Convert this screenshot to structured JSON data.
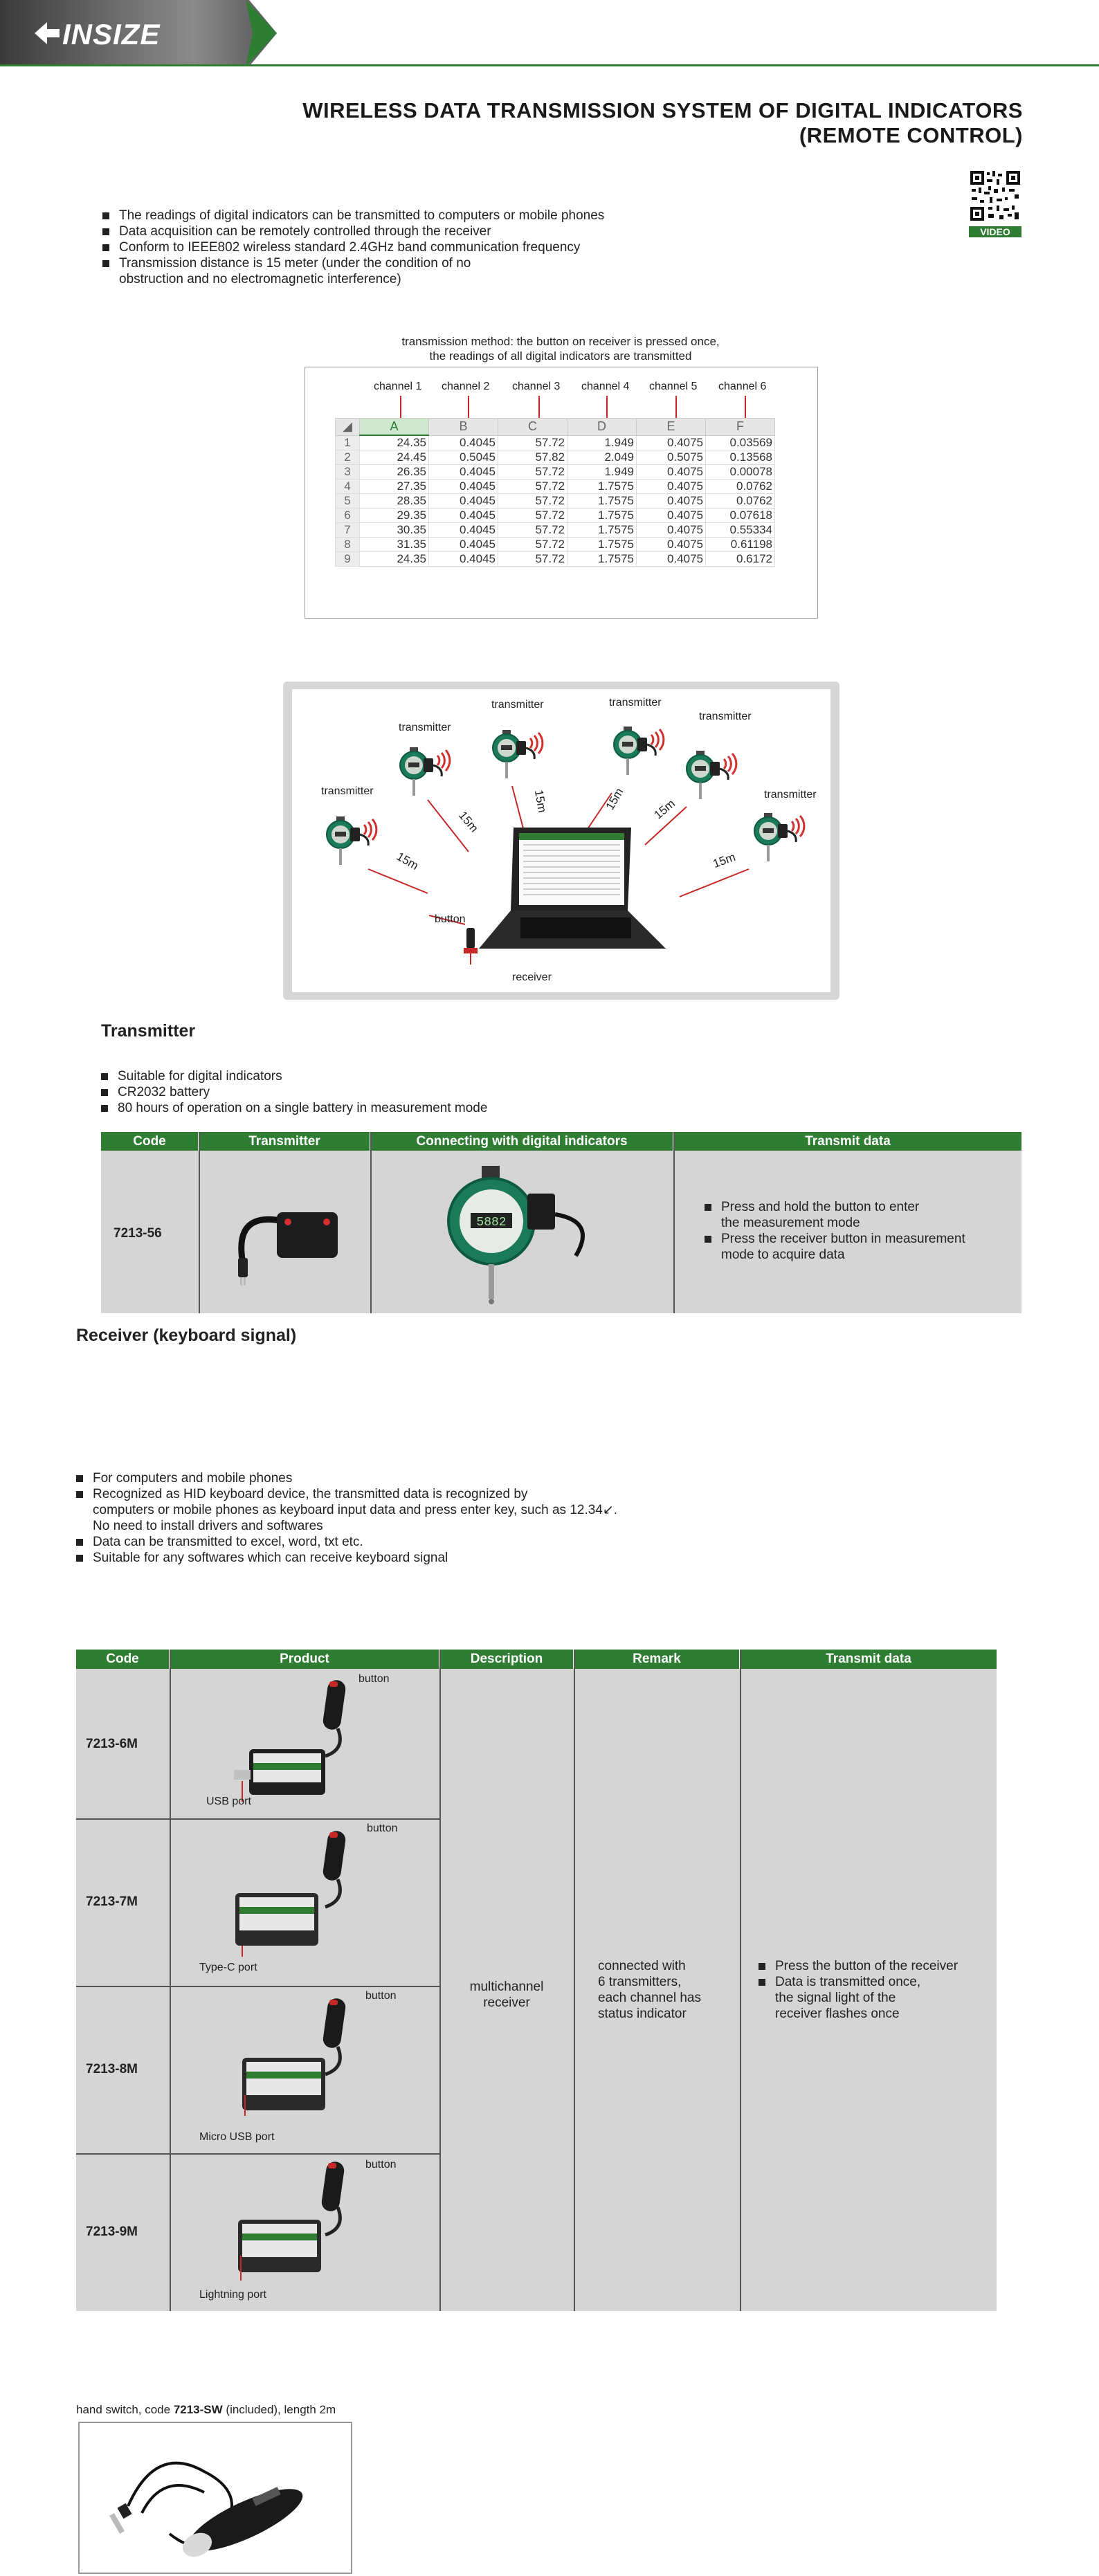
{
  "header": {
    "brand": "INSIZE",
    "title_line1": "WIRELESS DATA TRANSMISSION SYSTEM OF DIGITAL INDICATORS",
    "title_line2": "(REMOTE CONTROL)",
    "qr_label": "VIDEO"
  },
  "intro_bullets": [
    "The readings of digital indicators can be transmitted to computers or mobile phones",
    "Data acquisition can be remotely controlled through the receiver",
    "Conform to IEEE802 wireless standard 2.4GHz band communication frequency",
    "Transmission distance is 15 meter (under the condition of no",
    "obstruction and no electromagnetic interference)"
  ],
  "spreadsheet": {
    "caption_line1": "transmission method: the button on receiver is pressed once,",
    "caption_line2": "the readings of all digital indicators are transmitted",
    "channels": [
      "channel 1",
      "channel 2",
      "channel 3",
      "channel 4",
      "channel 5",
      "channel 6"
    ],
    "columns": [
      "A",
      "B",
      "C",
      "D",
      "E",
      "F"
    ],
    "rows": [
      [
        "1",
        "24.35",
        "0.4045",
        "57.72",
        "1.949",
        "0.4075",
        "0.03569"
      ],
      [
        "2",
        "24.45",
        "0.5045",
        "57.82",
        "2.049",
        "0.5075",
        "0.13568"
      ],
      [
        "3",
        "26.35",
        "0.4045",
        "57.72",
        "1.949",
        "0.4075",
        "0.00078"
      ],
      [
        "4",
        "27.35",
        "0.4045",
        "57.72",
        "1.7575",
        "0.4075",
        "0.0762"
      ],
      [
        "5",
        "28.35",
        "0.4045",
        "57.72",
        "1.7575",
        "0.4075",
        "0.0762"
      ],
      [
        "6",
        "29.35",
        "0.4045",
        "57.72",
        "1.7575",
        "0.4075",
        "0.07618"
      ],
      [
        "7",
        "30.35",
        "0.4045",
        "57.72",
        "1.7575",
        "0.4075",
        "0.55334"
      ],
      [
        "8",
        "31.35",
        "0.4045",
        "57.72",
        "1.7575",
        "0.4075",
        "0.61198"
      ],
      [
        "9",
        "24.35",
        "0.4045",
        "57.72",
        "1.7575",
        "0.4075",
        "0.6172"
      ]
    ]
  },
  "diagram": {
    "transmitter_label": "transmitter",
    "distance_label": "15m",
    "button_label": "button",
    "receiver_label": "receiver"
  },
  "transmitter_section": {
    "heading": "Transmitter",
    "bullets": [
      "Suitable for digital indicators",
      "CR2032 battery",
      "80 hours of operation on a single battery in measurement mode"
    ],
    "table_headers": [
      "Code",
      "Transmitter",
      "Connecting  with  digital indicators",
      "Transmit data"
    ],
    "code": "7213-56",
    "indicator_display": "5882",
    "transmit_bullets": [
      "Press and hold the button to enter",
      "the measurement mode",
      "Press the receiver button in measurement",
      "mode to acquire data"
    ]
  },
  "receiver_section": {
    "heading": "Receiver (keyboard signal)",
    "bullets": [
      "For computers and mobile phones",
      "Recognized as HID keyboard device, the transmitted data is recognized by",
      "computers or mobile phones as keyboard input data and press enter key, such as 12.34↙.",
      "No need to install drivers and softwares",
      "Data can be transmitted to excel, word, txt etc.",
      "Suitable for any softwares which can receive keyboard signal"
    ],
    "table_headers": [
      "Code",
      "Product",
      "Description",
      "Remark",
      "Transmit data"
    ],
    "rows": [
      {
        "code": "7213-6M",
        "port": "USB port"
      },
      {
        "code": "7213-7M",
        "port": "Type-C port"
      },
      {
        "code": "7213-8M",
        "port": "Micro USB port"
      },
      {
        "code": "7213-9M",
        "port": "Lightning port"
      }
    ],
    "button_label": "button",
    "description_line1": "multichannel",
    "description_line2": "receiver",
    "remark_lines": [
      "connected with",
      "6 transmitters,",
      "each channel has",
      "status indicator"
    ],
    "transmit_lines": [
      "Press the button of the receiver",
      "Data is transmitted once,",
      "the signal light of the",
      "receiver flashes once"
    ]
  },
  "hand_switch": {
    "caption_prefix": "hand switch, code ",
    "caption_code": "7213-SW",
    "caption_suffix": " (included), length 2m"
  },
  "colors": {
    "brand_green": "#2e7d32",
    "table_gray": "#d5d5d5",
    "accent_red": "#c62828"
  }
}
